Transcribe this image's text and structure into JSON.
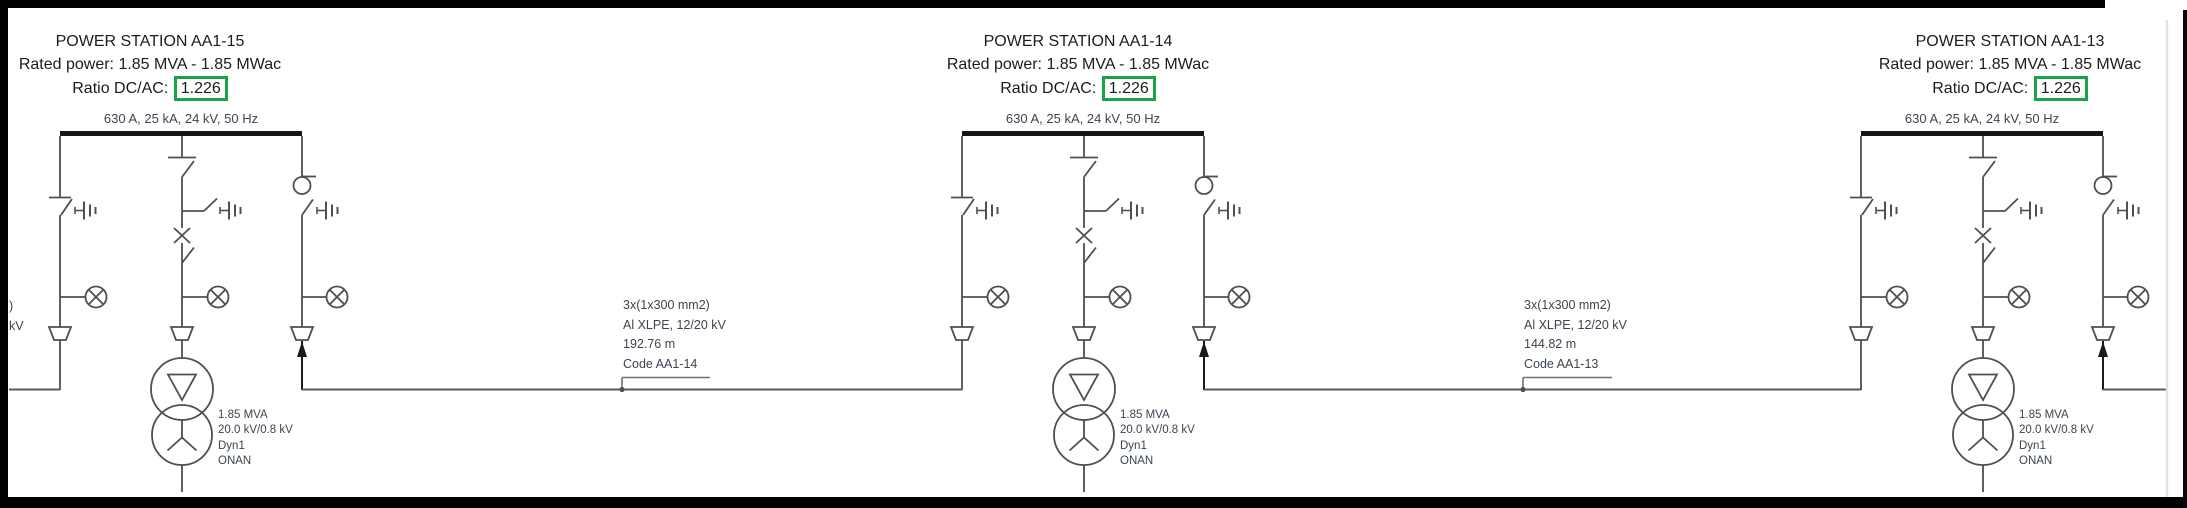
{
  "colors": {
    "highlight_green": "#17a549",
    "diagram_line": "#4f4f4f",
    "busbar_black": "#161616",
    "label_text": "#3b4550"
  },
  "stations": [
    {
      "title": "POWER STATION AA1-15",
      "rated_power": "Rated power: 1.85 MVA - 1.85 MWac",
      "ratio_label": "Ratio DC/AC:",
      "ratio_value": "1.226",
      "busbar_rating": "630 A, 25 kA, 24 kV, 50 Hz",
      "transformer": {
        "power": "1.85 MVA",
        "voltage": "20.0 kV/0.8 kV",
        "vector_group": "Dyn1",
        "cooling": "ONAN"
      }
    },
    {
      "title": "POWER STATION AA1-14",
      "rated_power": "Rated power: 1.85 MVA - 1.85 MWac",
      "ratio_label": "Ratio DC/AC:",
      "ratio_value": "1.226",
      "busbar_rating": "630 A, 25 kA, 24 kV, 50 Hz",
      "transformer": {
        "power": "1.85 MVA",
        "voltage": "20.0 kV/0.8 kV",
        "vector_group": "Dyn1",
        "cooling": "ONAN"
      }
    },
    {
      "title": "POWER STATION AA1-13",
      "rated_power": "Rated power: 1.85 MVA - 1.85 MWac",
      "ratio_label": "Ratio DC/AC:",
      "ratio_value": "1.226",
      "busbar_rating": "630 A, 25 kA, 24 kV, 50 Hz",
      "transformer": {
        "power": "1.85 MVA",
        "voltage": "20.0 kV/0.8 kV",
        "vector_group": "Dyn1",
        "cooling": "ONAN"
      }
    }
  ],
  "cables": [
    {
      "size": "3x(1x300 mm2)",
      "type": "Al XLPE, 12/20 kV",
      "length": "192.76 m",
      "code": "Code AA1-14"
    },
    {
      "size": "3x(1x300 mm2)",
      "type": "Al XLPE, 12/20 kV",
      "length": "144.82 m",
      "code": "Code AA1-13"
    }
  ],
  "edge_label_fragments": {
    "line1": ")",
    "line2": "kV"
  }
}
